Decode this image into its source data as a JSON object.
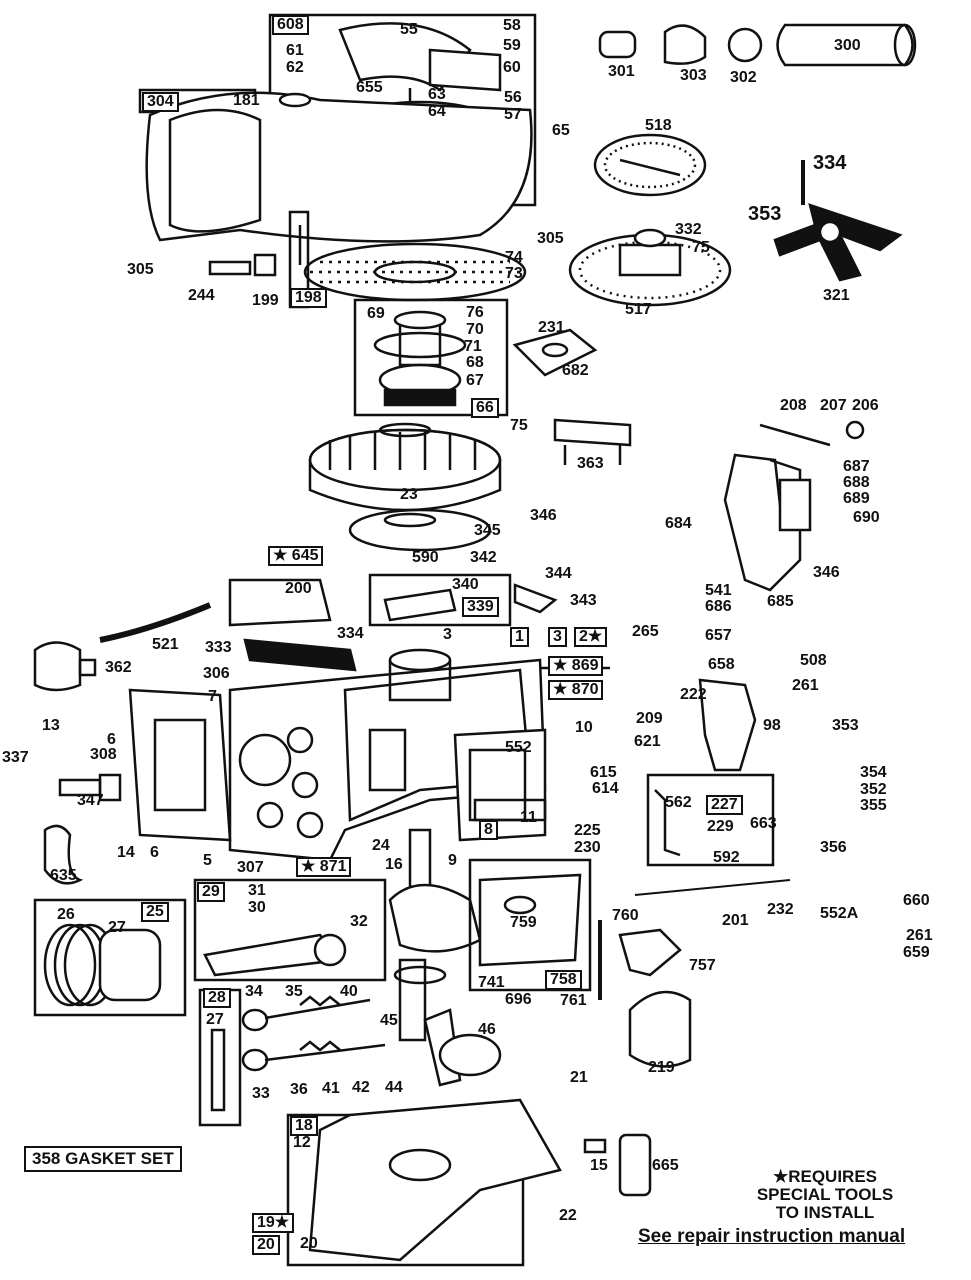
{
  "callouts": [
    {
      "key": "608",
      "text": "608",
      "boxed": true
    },
    {
      "key": "55",
      "text": "55"
    },
    {
      "key": "58",
      "text": "58"
    },
    {
      "key": "59",
      "text": "59"
    },
    {
      "key": "60",
      "text": "60"
    },
    {
      "key": "61",
      "text": "61"
    },
    {
      "key": "62",
      "text": "62"
    },
    {
      "key": "655",
      "text": "655"
    },
    {
      "key": "304",
      "text": "304",
      "boxed": true
    },
    {
      "key": "181",
      "text": "181"
    },
    {
      "key": "63",
      "text": "63"
    },
    {
      "key": "64",
      "text": "64"
    },
    {
      "key": "56",
      "text": "56"
    },
    {
      "key": "57",
      "text": "57"
    },
    {
      "key": "65",
      "text": "65"
    },
    {
      "key": "301",
      "text": "301"
    },
    {
      "key": "303",
      "text": "303"
    },
    {
      "key": "302",
      "text": "302"
    },
    {
      "key": "300",
      "text": "300"
    },
    {
      "key": "518",
      "text": "518"
    },
    {
      "key": "334a",
      "text": "334"
    },
    {
      "key": "353a",
      "text": "353"
    },
    {
      "key": "305a",
      "text": "305"
    },
    {
      "key": "305b",
      "text": "305"
    },
    {
      "key": "244",
      "text": "244"
    },
    {
      "key": "199",
      "text": "199"
    },
    {
      "key": "198",
      "text": "198",
      "boxed": true
    },
    {
      "key": "74",
      "text": "74"
    },
    {
      "key": "73",
      "text": "73"
    },
    {
      "key": "332",
      "text": "332"
    },
    {
      "key": "75a",
      "text": "75"
    },
    {
      "key": "517",
      "text": "517"
    },
    {
      "key": "321",
      "text": "321"
    },
    {
      "key": "69",
      "text": "69"
    },
    {
      "key": "76",
      "text": "76"
    },
    {
      "key": "70",
      "text": "70"
    },
    {
      "key": "71",
      "text": "71"
    },
    {
      "key": "68",
      "text": "68"
    },
    {
      "key": "67",
      "text": "67"
    },
    {
      "key": "66",
      "text": "66",
      "boxed": true
    },
    {
      "key": "231",
      "text": "231"
    },
    {
      "key": "682",
      "text": "682"
    },
    {
      "key": "75b",
      "text": "75"
    },
    {
      "key": "363",
      "text": "363"
    },
    {
      "key": "23",
      "text": "23"
    },
    {
      "key": "208",
      "text": "208"
    },
    {
      "key": "207",
      "text": "207"
    },
    {
      "key": "206",
      "text": "206"
    },
    {
      "key": "687",
      "text": "687"
    },
    {
      "key": "688",
      "text": "688"
    },
    {
      "key": "689",
      "text": "689"
    },
    {
      "key": "690",
      "text": "690"
    },
    {
      "key": "684",
      "text": "684"
    },
    {
      "key": "346a",
      "text": "346"
    },
    {
      "key": "345",
      "text": "345"
    },
    {
      "key": "346b",
      "text": "346"
    },
    {
      "key": "590",
      "text": "590"
    },
    {
      "key": "342",
      "text": "342"
    },
    {
      "key": "645",
      "text": "★ 645",
      "boxed": true
    },
    {
      "key": "200",
      "text": "200"
    },
    {
      "key": "340",
      "text": "340"
    },
    {
      "key": "339",
      "text": "339",
      "boxed": true
    },
    {
      "key": "344",
      "text": "344"
    },
    {
      "key": "343",
      "text": "343"
    },
    {
      "key": "541",
      "text": "541"
    },
    {
      "key": "686",
      "text": "686"
    },
    {
      "key": "685",
      "text": "685"
    },
    {
      "key": "521",
      "text": "521"
    },
    {
      "key": "333",
      "text": "333"
    },
    {
      "key": "334b",
      "text": "334"
    },
    {
      "key": "3",
      "text": "3"
    },
    {
      "key": "1",
      "text": "1",
      "boxed": true
    },
    {
      "key": "32b",
      "text": "3",
      "boxed": true
    },
    {
      "key": "2",
      "text": "2★",
      "boxed": true
    },
    {
      "key": "265",
      "text": "265"
    },
    {
      "key": "657",
      "text": "657"
    },
    {
      "key": "362",
      "text": "362"
    },
    {
      "key": "306",
      "text": "306"
    },
    {
      "key": "869",
      "text": "★ 869",
      "boxed": true
    },
    {
      "key": "870",
      "text": "★ 870",
      "boxed": true
    },
    {
      "key": "658",
      "text": "658"
    },
    {
      "key": "508",
      "text": "508"
    },
    {
      "key": "222",
      "text": "222"
    },
    {
      "key": "261a",
      "text": "261"
    },
    {
      "key": "7",
      "text": "7"
    },
    {
      "key": "13",
      "text": "13"
    },
    {
      "key": "6a",
      "text": "6"
    },
    {
      "key": "308",
      "text": "308"
    },
    {
      "key": "10",
      "text": "10"
    },
    {
      "key": "209",
      "text": "209"
    },
    {
      "key": "621",
      "text": "621"
    },
    {
      "key": "98",
      "text": "98"
    },
    {
      "key": "353b",
      "text": "353"
    },
    {
      "key": "337",
      "text": "337"
    },
    {
      "key": "347",
      "text": "347"
    },
    {
      "key": "552",
      "text": "552"
    },
    {
      "key": "615",
      "text": "615"
    },
    {
      "key": "614",
      "text": "614"
    },
    {
      "key": "562",
      "text": "562"
    },
    {
      "key": "227",
      "text": "227",
      "boxed": true
    },
    {
      "key": "354",
      "text": "354"
    },
    {
      "key": "352",
      "text": "352"
    },
    {
      "key": "355",
      "text": "355"
    },
    {
      "key": "8",
      "text": "8",
      "boxed": true
    },
    {
      "key": "11",
      "text": "11"
    },
    {
      "key": "663",
      "text": "663"
    },
    {
      "key": "229",
      "text": "229"
    },
    {
      "key": "14",
      "text": "14"
    },
    {
      "key": "6b",
      "text": "6"
    },
    {
      "key": "5",
      "text": "5"
    },
    {
      "key": "24",
      "text": "24"
    },
    {
      "key": "225",
      "text": "225"
    },
    {
      "key": "230",
      "text": "230"
    },
    {
      "key": "592",
      "text": "592"
    },
    {
      "key": "356",
      "text": "356"
    },
    {
      "key": "635",
      "text": "635"
    },
    {
      "key": "307",
      "text": "307"
    },
    {
      "key": "871",
      "text": "★ 871",
      "boxed": true
    },
    {
      "key": "16",
      "text": "16"
    },
    {
      "key": "9",
      "text": "9"
    },
    {
      "key": "29",
      "text": "29",
      "boxed": true
    },
    {
      "key": "31",
      "text": "31"
    },
    {
      "key": "30",
      "text": "30"
    },
    {
      "key": "32",
      "text": "32"
    },
    {
      "key": "26",
      "text": "26"
    },
    {
      "key": "27a",
      "text": "27"
    },
    {
      "key": "25",
      "text": "25",
      "boxed": true
    },
    {
      "key": "759",
      "text": "759"
    },
    {
      "key": "760",
      "text": "760"
    },
    {
      "key": "201",
      "text": "201"
    },
    {
      "key": "232",
      "text": "232"
    },
    {
      "key": "552A",
      "text": "552A"
    },
    {
      "key": "660",
      "text": "660"
    },
    {
      "key": "261b",
      "text": "261"
    },
    {
      "key": "659",
      "text": "659"
    },
    {
      "key": "757",
      "text": "757"
    },
    {
      "key": "741",
      "text": "741"
    },
    {
      "key": "758",
      "text": "758",
      "boxed": true
    },
    {
      "key": "696",
      "text": "696"
    },
    {
      "key": "761",
      "text": "761"
    },
    {
      "key": "28",
      "text": "28",
      "boxed": true
    },
    {
      "key": "27b",
      "text": "27"
    },
    {
      "key": "34",
      "text": "34"
    },
    {
      "key": "35",
      "text": "35"
    },
    {
      "key": "40",
      "text": "40"
    },
    {
      "key": "45",
      "text": "45"
    },
    {
      "key": "46",
      "text": "46"
    },
    {
      "key": "33",
      "text": "33"
    },
    {
      "key": "36",
      "text": "36"
    },
    {
      "key": "41",
      "text": "41"
    },
    {
      "key": "42",
      "text": "42"
    },
    {
      "key": "44",
      "text": "44"
    },
    {
      "key": "21",
      "text": "21"
    },
    {
      "key": "219",
      "text": "219"
    },
    {
      "key": "18",
      "text": "18",
      "boxed": true
    },
    {
      "key": "12",
      "text": "12"
    },
    {
      "key": "15",
      "text": "15"
    },
    {
      "key": "665",
      "text": "665"
    },
    {
      "key": "19",
      "text": "19★",
      "boxed": true
    },
    {
      "key": "20a",
      "text": "20",
      "boxed": true
    },
    {
      "key": "20b",
      "text": "20"
    },
    {
      "key": "22",
      "text": "22"
    }
  ],
  "gasket_set": "358 GASKET SET",
  "notes": [
    "★REQUIRES",
    "SPECIAL TOOLS",
    "TO INSTALL"
  ],
  "manual_note": "See repair instruction manual"
}
